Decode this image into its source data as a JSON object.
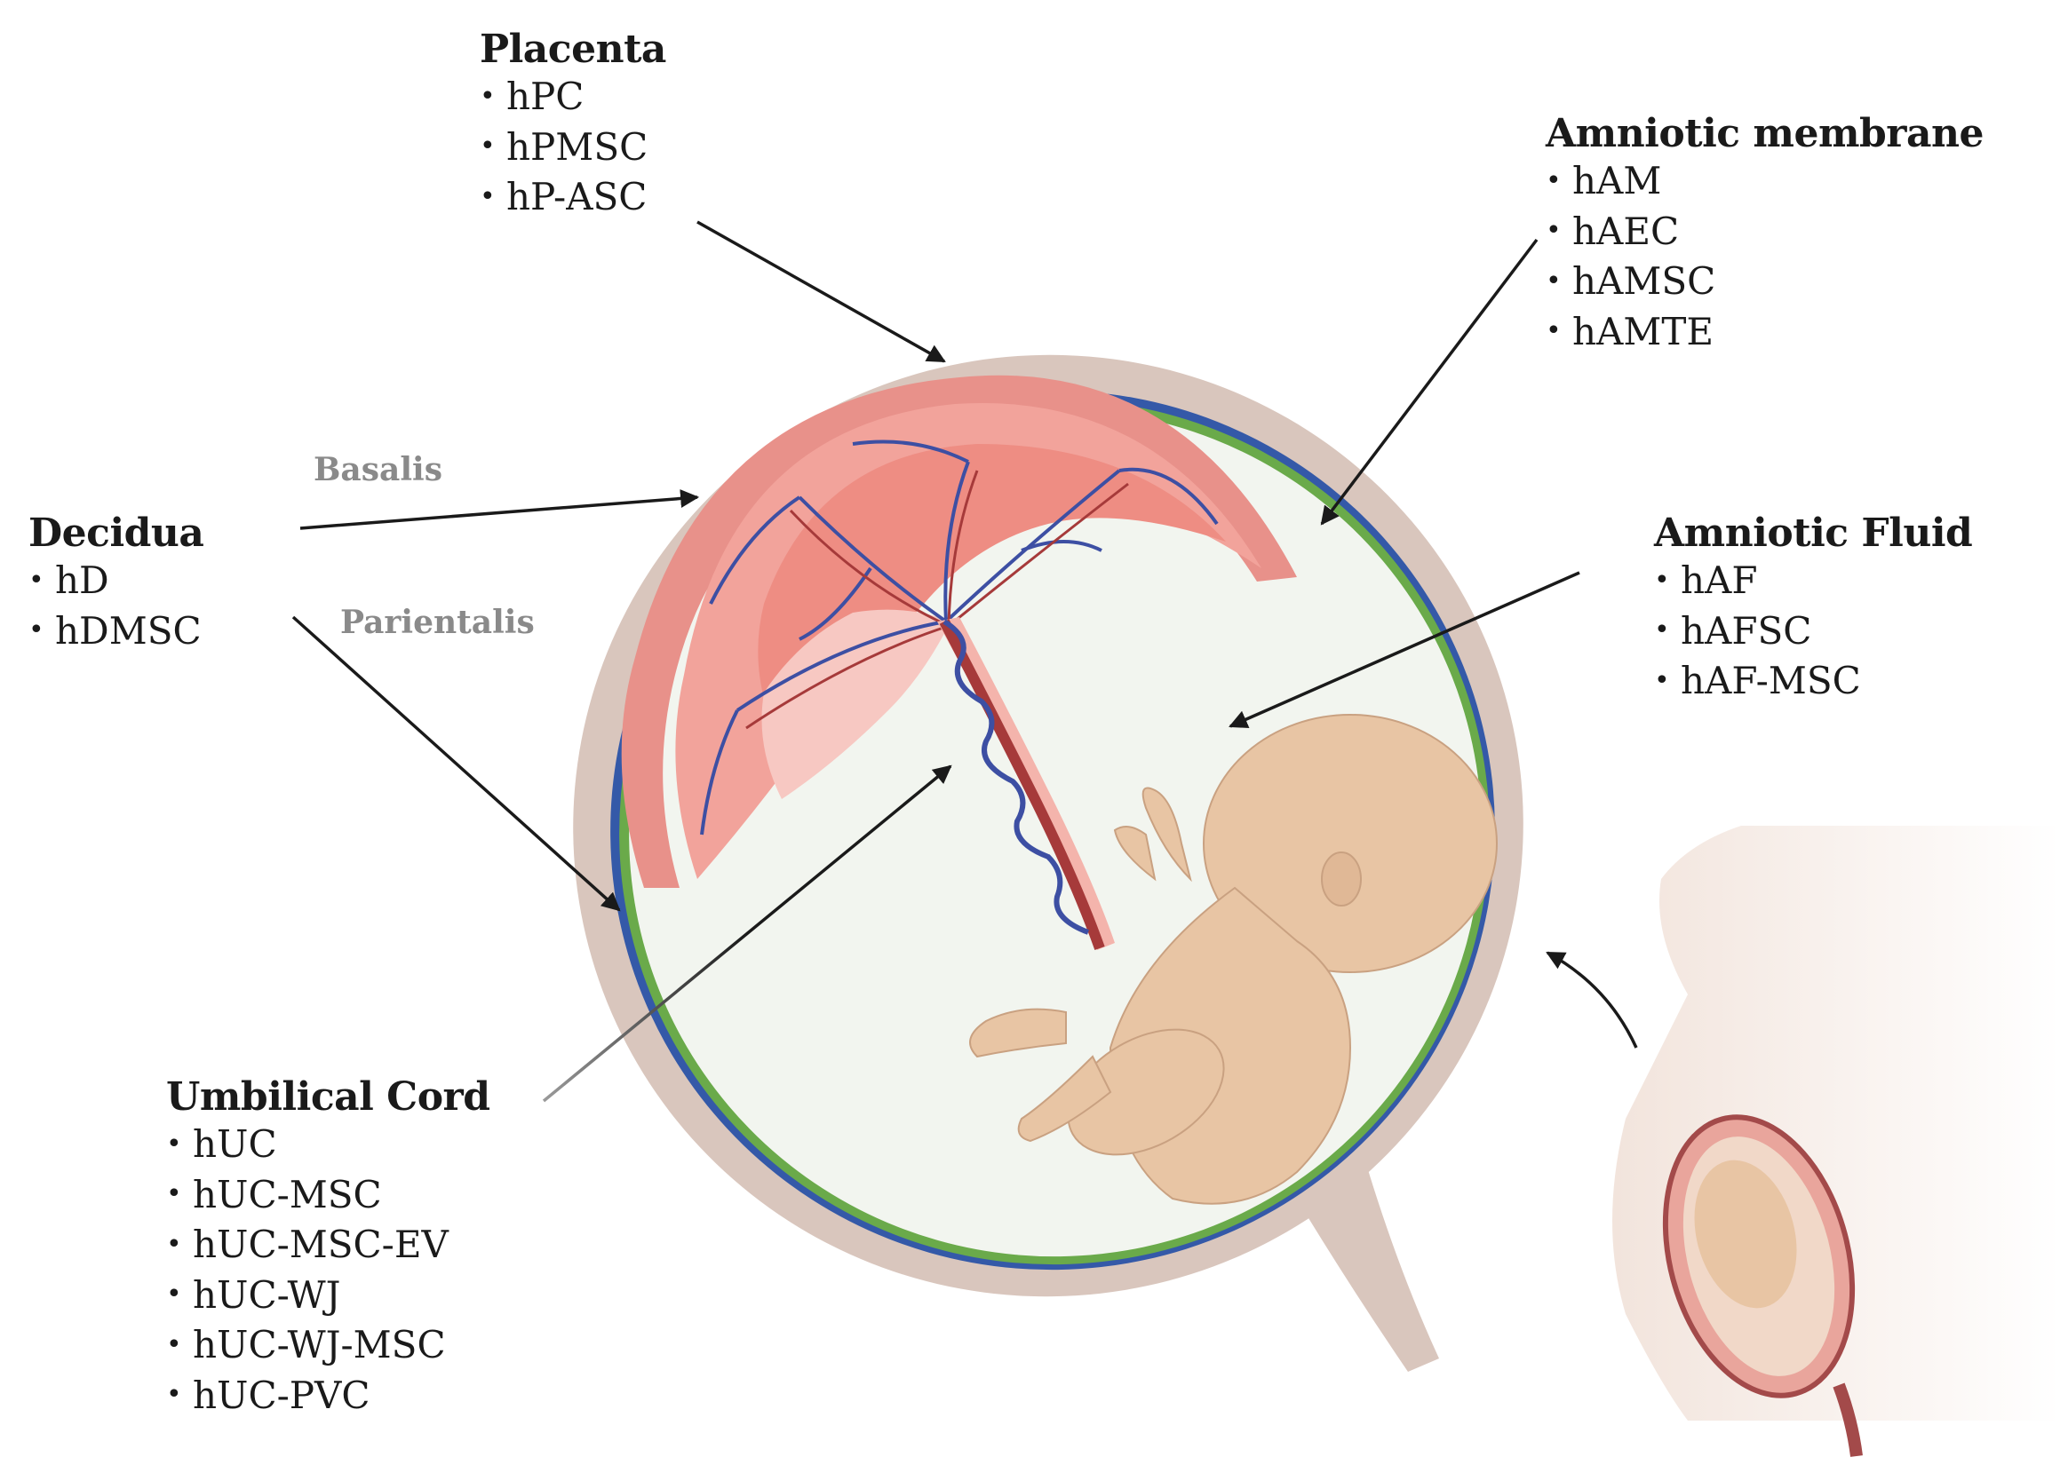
{
  "groups": {
    "placenta": {
      "title": "Placenta",
      "items": [
        "hPC",
        "hPMSC",
        "hP-ASC"
      ]
    },
    "amniotic_membrane": {
      "title": "Amniotic membrane",
      "items": [
        "hAM",
        "hAEC",
        "hAMSC",
        "hAMTE"
      ]
    },
    "decidua": {
      "title": "Decidua",
      "items": [
        "hD",
        "hDMSC"
      ]
    },
    "amniotic_fluid": {
      "title": "Amniotic Fluid",
      "items": [
        "hAF",
        "hAFSC",
        "hAF-MSC"
      ]
    },
    "umbilical_cord": {
      "title": "Umbilical Cord",
      "items": [
        "hUC",
        "hUC-MSC",
        "hUC-MSC-EV",
        "hUC-WJ",
        "hUC-WJ-MSC",
        "hUC-PVC"
      ]
    }
  },
  "sublabels": {
    "basalis": "Basalis",
    "parientalis": "Parientalis"
  },
  "bullet": "•",
  "colors": {
    "uterus_wall": "#d9c6bd",
    "placenta": "#ea8f85",
    "placenta_light": "#f3b3ab",
    "vessel_blue": "#3d4fa3",
    "vessel_red": "#a63a3a",
    "amnion_green": "#6aaa4a",
    "chorion_blue": "#3459a8",
    "fluid": "#f2f5ef",
    "fetus_skin": "#e8c5a4",
    "arrow": "#1a1a1a"
  }
}
